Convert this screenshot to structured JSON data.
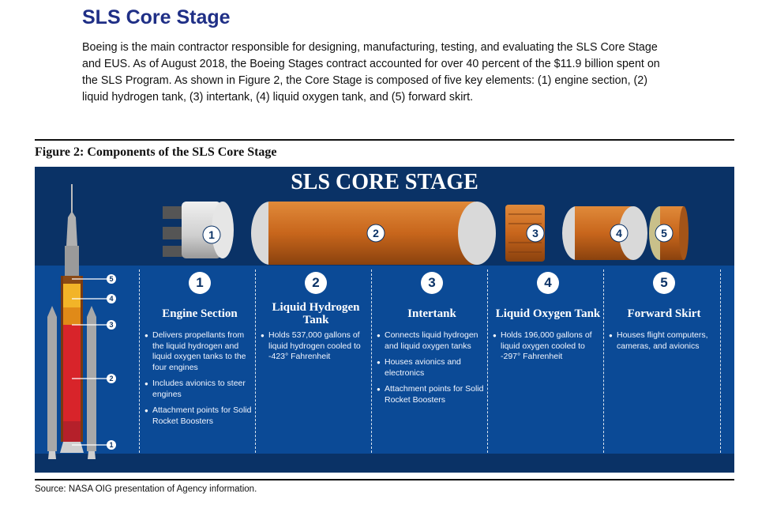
{
  "heading": "SLS Core Stage",
  "paragraph": "Boeing is the main contractor responsible for designing, manufacturing, testing, and evaluating the SLS Core Stage and EUS.  As of August 2018, the Boeing Stages contract accounted for over 40 percent of the $11.9 billion spent on the SLS Program.  As shown in Figure 2, the Core Stage is composed of five key elements:  (1) engine section, (2) liquid hydrogen tank, (3) intertank, (4) liquid oxygen tank, and (5) forward skirt.",
  "figure": {
    "caption": "Figure 2:  Components of the SLS Core Stage",
    "title": "SLS CORE STAGE",
    "part_numbers": [
      "1",
      "2",
      "3",
      "4",
      "5"
    ],
    "rocket_markers": [
      "5",
      "4",
      "3",
      "2",
      "1"
    ],
    "colors": {
      "dark_navy": "#0a3266",
      "panel_blue": "#0b4a96",
      "tank_orange": "#c8661c",
      "white": "#ffffff"
    },
    "columns": [
      {
        "number": "1",
        "name": "Engine Section",
        "bullets": [
          "Delivers propellants from the liquid hydrogen and liquid oxygen tanks to the four engines",
          "Includes avionics to steer engines",
          "Attachment points for Solid Rocket Boosters"
        ]
      },
      {
        "number": "2",
        "name": "Liquid Hydrogen Tank",
        "bullets": [
          "Holds 537,000 gallons of liquid hydrogen cooled to -423° Fahrenheit"
        ]
      },
      {
        "number": "3",
        "name": "Intertank",
        "bullets": [
          "Connects liquid hydrogen and liquid oxygen tanks",
          "Houses avionics and electronics",
          "Attachment points for Solid Rocket Boosters"
        ]
      },
      {
        "number": "4",
        "name": "Liquid Oxygen Tank",
        "bullets": [
          "Holds 196,000 gallons of liquid oxygen cooled to -297° Fahrenheit"
        ]
      },
      {
        "number": "5",
        "name": "Forward Skirt",
        "bullets": [
          "Houses flight computers, cameras, and avionics"
        ]
      }
    ]
  },
  "source": "Source:  NASA OIG presentation of Agency information."
}
